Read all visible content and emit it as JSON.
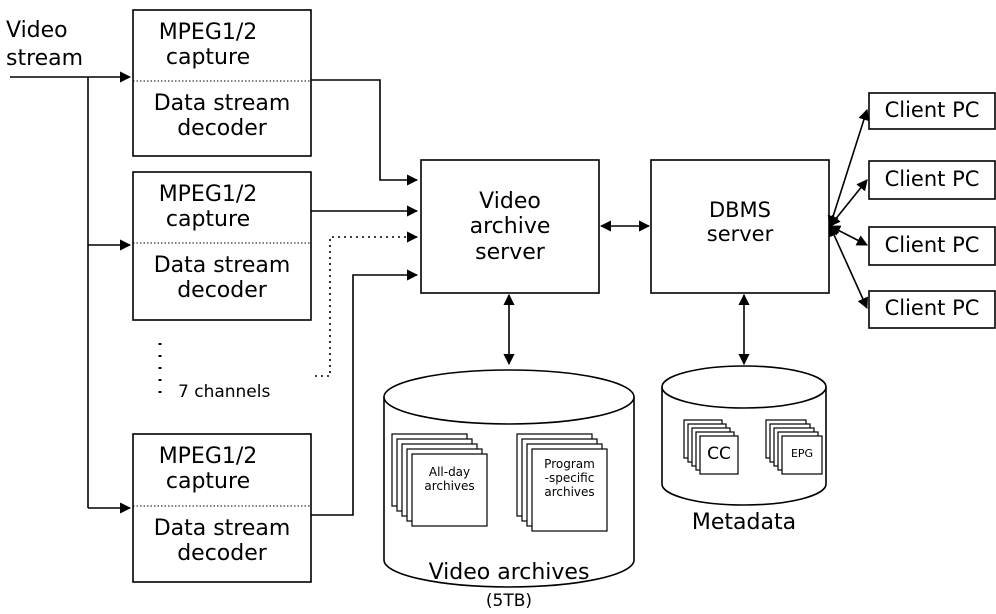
{
  "input": {
    "line1": "Video",
    "line2": "stream"
  },
  "capture_units": [
    {
      "top": "MPEG1/2\ncapture",
      "bottom": "Data stream\ndecoder"
    },
    {
      "top": "MPEG1/2\ncapture",
      "bottom": "Data stream\ndecoder"
    },
    {
      "top": "MPEG1/2\ncapture",
      "bottom": "Data stream\ndecoder"
    }
  ],
  "channels_note": "7 channels",
  "video_server": "Video\narchive\nserver",
  "dbms_server": "DBMS\nserver",
  "clients": [
    "Client PC",
    "Client PC",
    "Client PC",
    "Client PC"
  ],
  "video_archives": {
    "all_day": "All-day\narchives",
    "program": "Program\n-specific\narchives",
    "caption_line1": "Video archives",
    "caption_line2": "(5TB)"
  },
  "metadata": {
    "cc": "CC",
    "epg": "EPG",
    "caption": "Metadata"
  }
}
